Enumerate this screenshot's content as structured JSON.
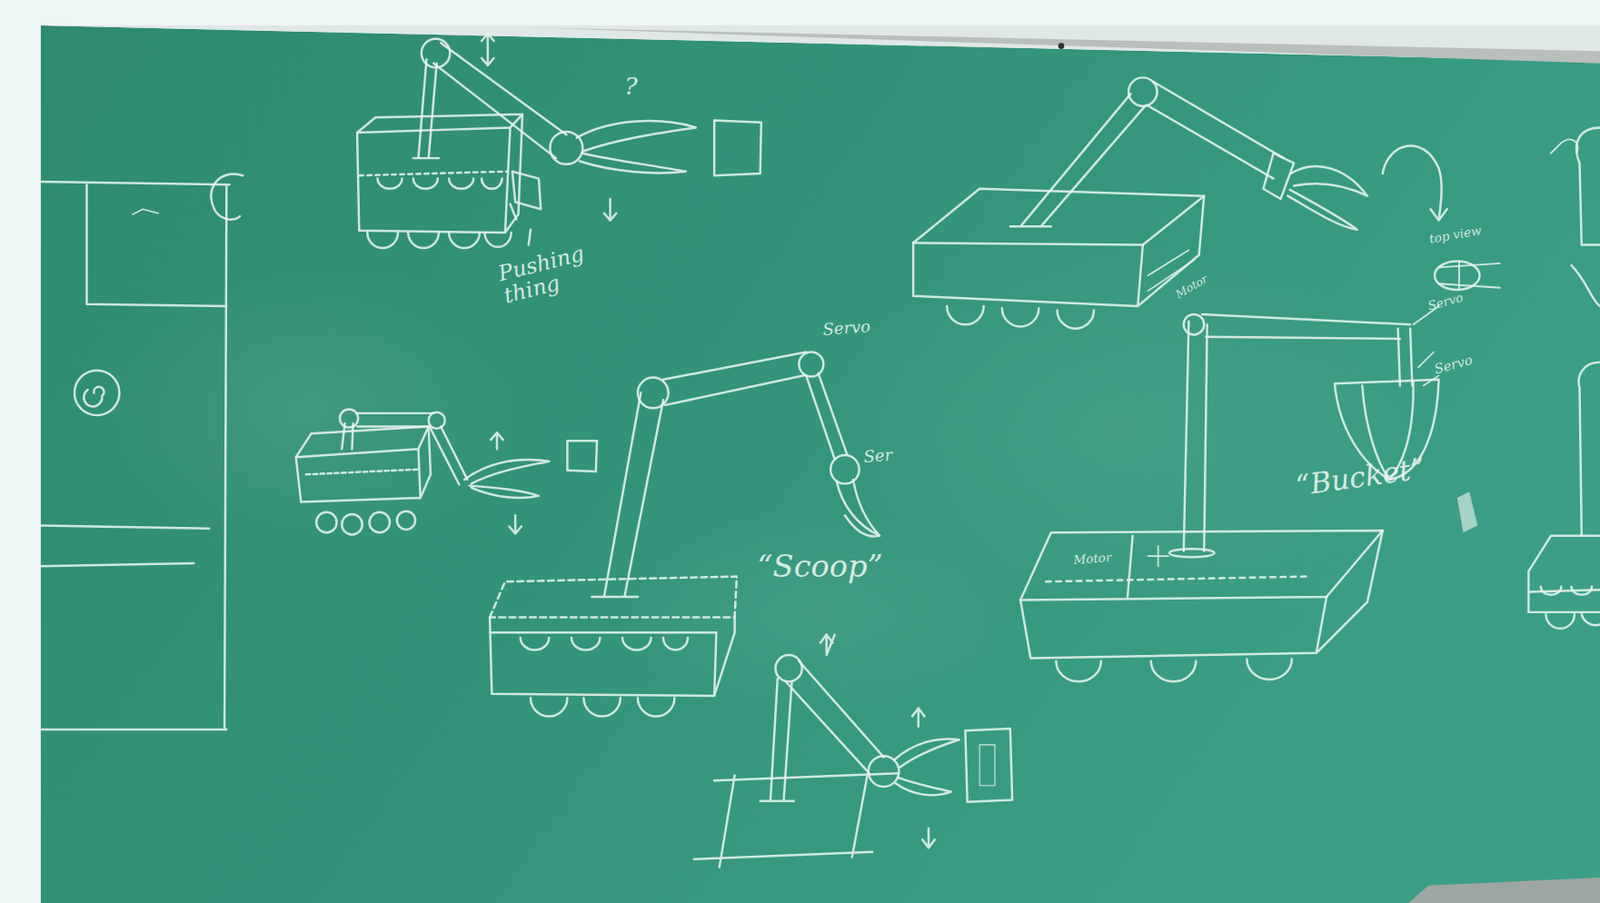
{
  "diagram": {
    "labels": [
      "Pushing thing",
      "Servo",
      "Ser",
      "“Scoop”",
      "“Bucket”",
      "Servo",
      "Servo",
      "top view",
      "Motor",
      "Motor",
      "?"
    ]
  }
}
